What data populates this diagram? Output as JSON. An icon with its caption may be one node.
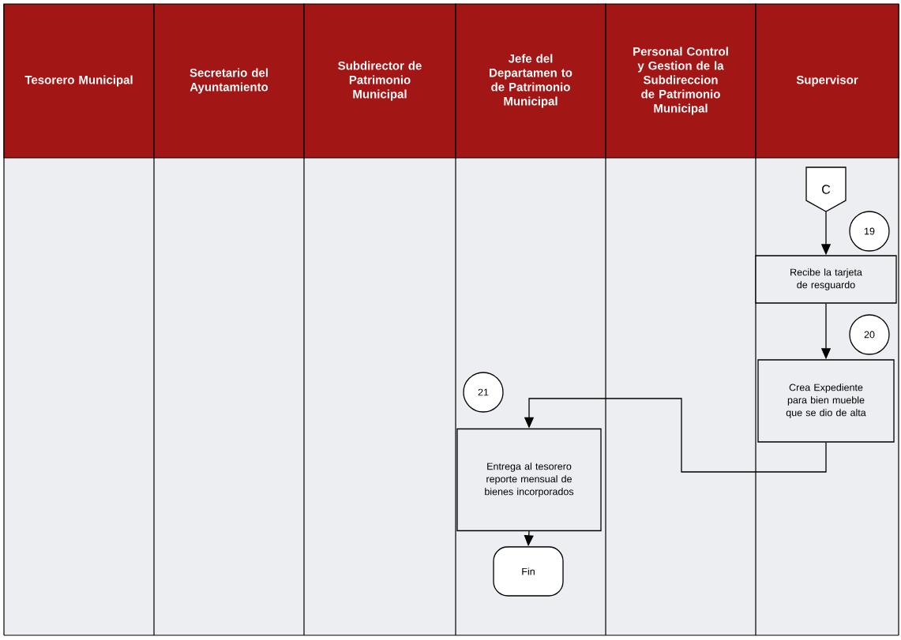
{
  "diagram": {
    "nodes": [
      {
        "text": [
          "Tesorero Municipal"
        ]
      },
      {
        "text": [
          "Secretario del Ayuntamiento"
        ]
      },
      {
        "text": [
          "Subdirector de Patrimonio Municipal"
        ]
      },
      {
        "text": [
          "Jefe del Departamen to de Patrimonio Municipal"
        ]
      },
      {
        "text": [
          "Personal Control y Gestion de la Subdireccion de Patrimonio Municipal"
        ]
      },
      {
        "text": [
          "Supervisor"
        ]
      },
      {
        "text": [
          "C"
        ]
      },
      {
        "text": [
          "19"
        ]
      },
      {
        "text": [
          "Recibe la tarjeta de resguardo"
        ]
      },
      {
        "text": [
          "20"
        ]
      },
      {
        "text": [
          "Crea Expediente para bien mueble que se dio de alta"
        ]
      },
      {
        "text": [
          "21"
        ]
      },
      {
        "text": [
          "Entrega al tesorero reporte mensual de bienes incorporados"
        ]
      },
      {
        "text": [
          "Fin"
        ]
      }
    ],
    "edges": [
      {
        "from": 6,
        "to": 8,
        "arrow": "to"
      },
      {
        "from": 8,
        "to": 10,
        "arrow": "to"
      },
      {
        "from": 10,
        "to": 12,
        "arrow": "to"
      },
      {
        "from": 12,
        "to": 13,
        "arrow": "to"
      }
    ]
  }
}
